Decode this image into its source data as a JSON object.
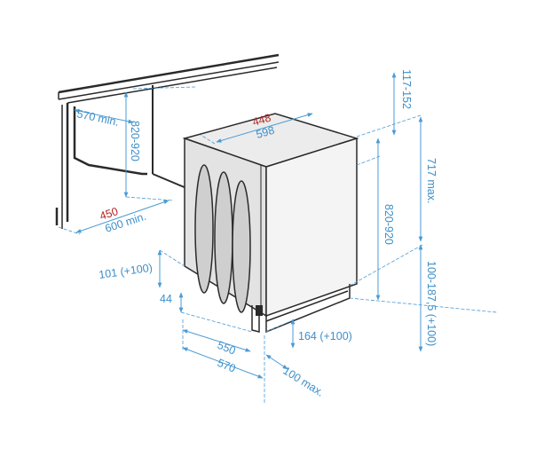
{
  "colors": {
    "dimension": "#3d8fc8",
    "dimension_alt": "#b52424",
    "outline": "#2a2a2a",
    "panel": "#e3e3e3",
    "panel_dark": "#cfcfcf"
  },
  "labels": {
    "niche_depth": "570 min.",
    "niche_height": "820-920",
    "worktop_depth_alt": "450",
    "worktop_depth": "600 min.",
    "top_width_alt": "448",
    "top_width": "598",
    "top_gap": "117-152",
    "max_height": "717 max.",
    "body_height": "820-920",
    "plinth_range": "100-187,5 (+100)",
    "plinth_left": "101 (+100)",
    "foot_offset": "44",
    "plinth_right": "164 (+100)",
    "depth_550": "550",
    "depth_570": "570",
    "door_clearance": "100 max."
  }
}
